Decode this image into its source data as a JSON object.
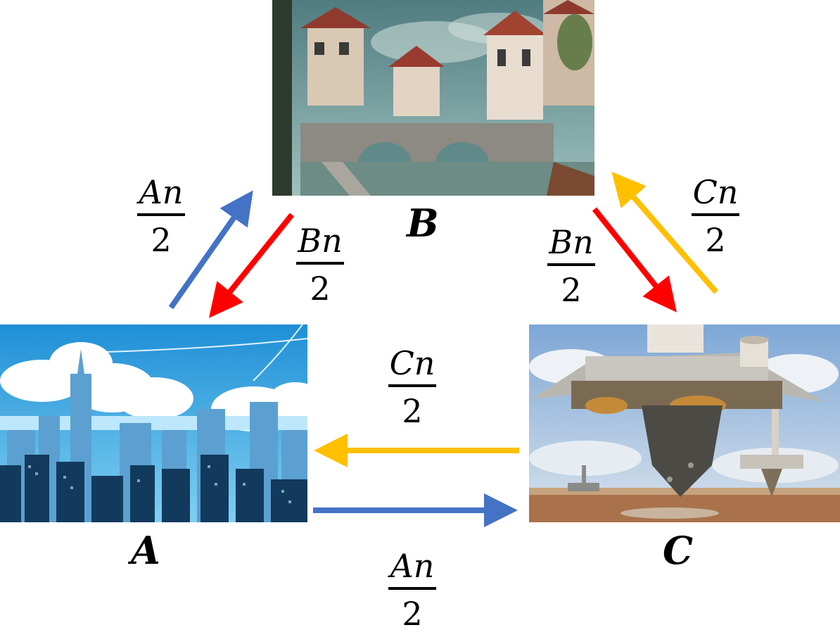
{
  "nodes": {
    "a": {
      "label": "A",
      "image": "city-skyline-illustration"
    },
    "b": {
      "label": "B",
      "image": "medieval-village-bridge-painting"
    },
    "c": {
      "label": "C",
      "image": "floating-airship-city-illustration"
    }
  },
  "edges": {
    "a_to_b": {
      "numerator": "An",
      "denominator": "2",
      "color": "#4472C4"
    },
    "b_to_a": {
      "numerator": "Bn",
      "denominator": "2",
      "color": "#FF0000"
    },
    "b_to_c": {
      "numerator": "Bn",
      "denominator": "2",
      "color": "#FF0000"
    },
    "c_to_b": {
      "numerator": "Cn",
      "denominator": "2",
      "color": "#FFC000"
    },
    "c_to_a": {
      "numerator": "Cn",
      "denominator": "2",
      "color": "#FFC000"
    },
    "a_to_c": {
      "numerator": "An",
      "denominator": "2",
      "color": "#4472C4"
    }
  }
}
